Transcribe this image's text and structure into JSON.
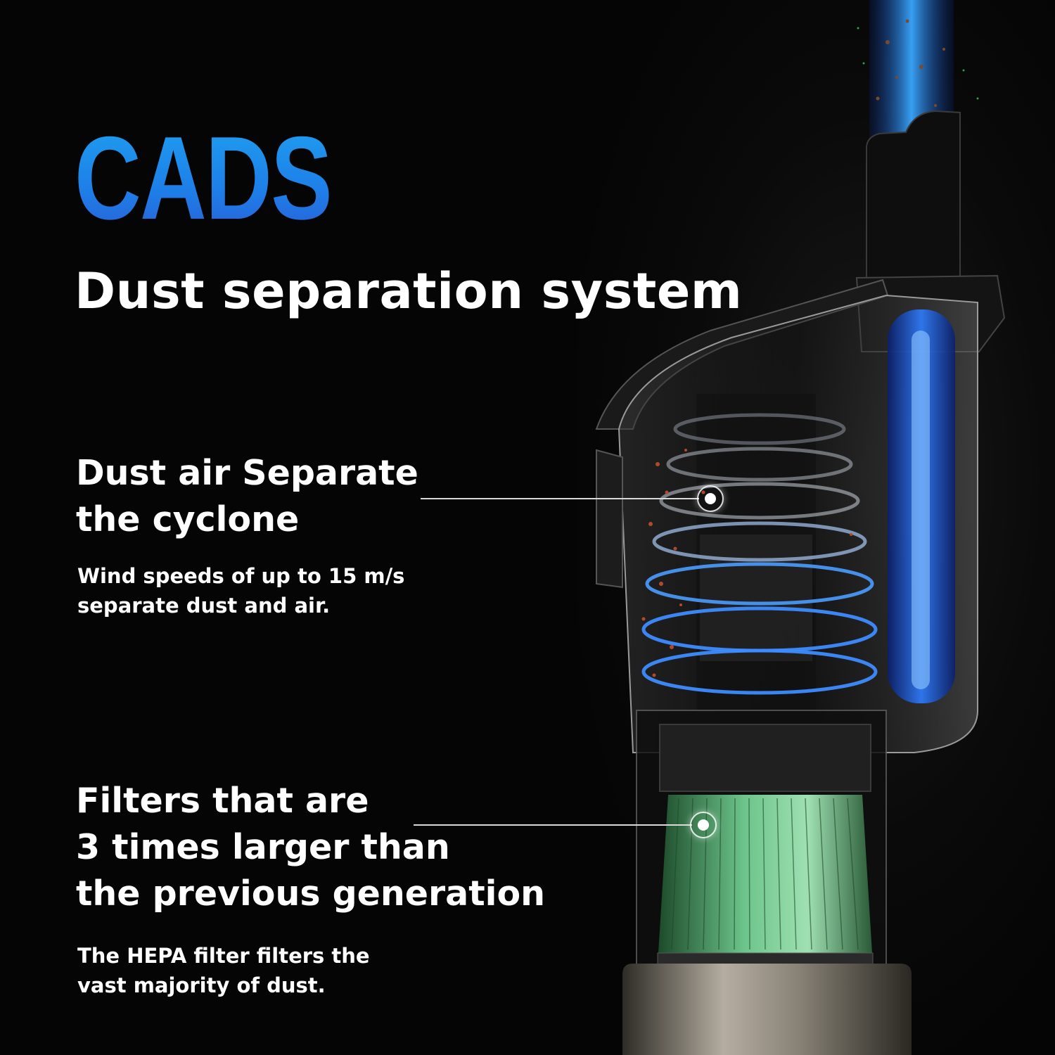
{
  "headline": "CADS",
  "subheadline": "Dust separation system",
  "features": [
    {
      "title": "Dust air Separate\nthe cyclone",
      "description": "Wind speeds of up to 15 m/s\nseparate dust and air."
    },
    {
      "title": "Filters that are\n3 times larger than\nthe previous generation",
      "description": "The HEPA filter filters the\nvast majority of dust."
    }
  ],
  "colors": {
    "background": "#050505",
    "headline_accent": "#1e8ff0",
    "text": "#ffffff",
    "airflow_blue": "#2a7fff",
    "filter_green": "#4fb870"
  },
  "icons": [
    "cyclone-target-icon",
    "filter-target-icon"
  ]
}
